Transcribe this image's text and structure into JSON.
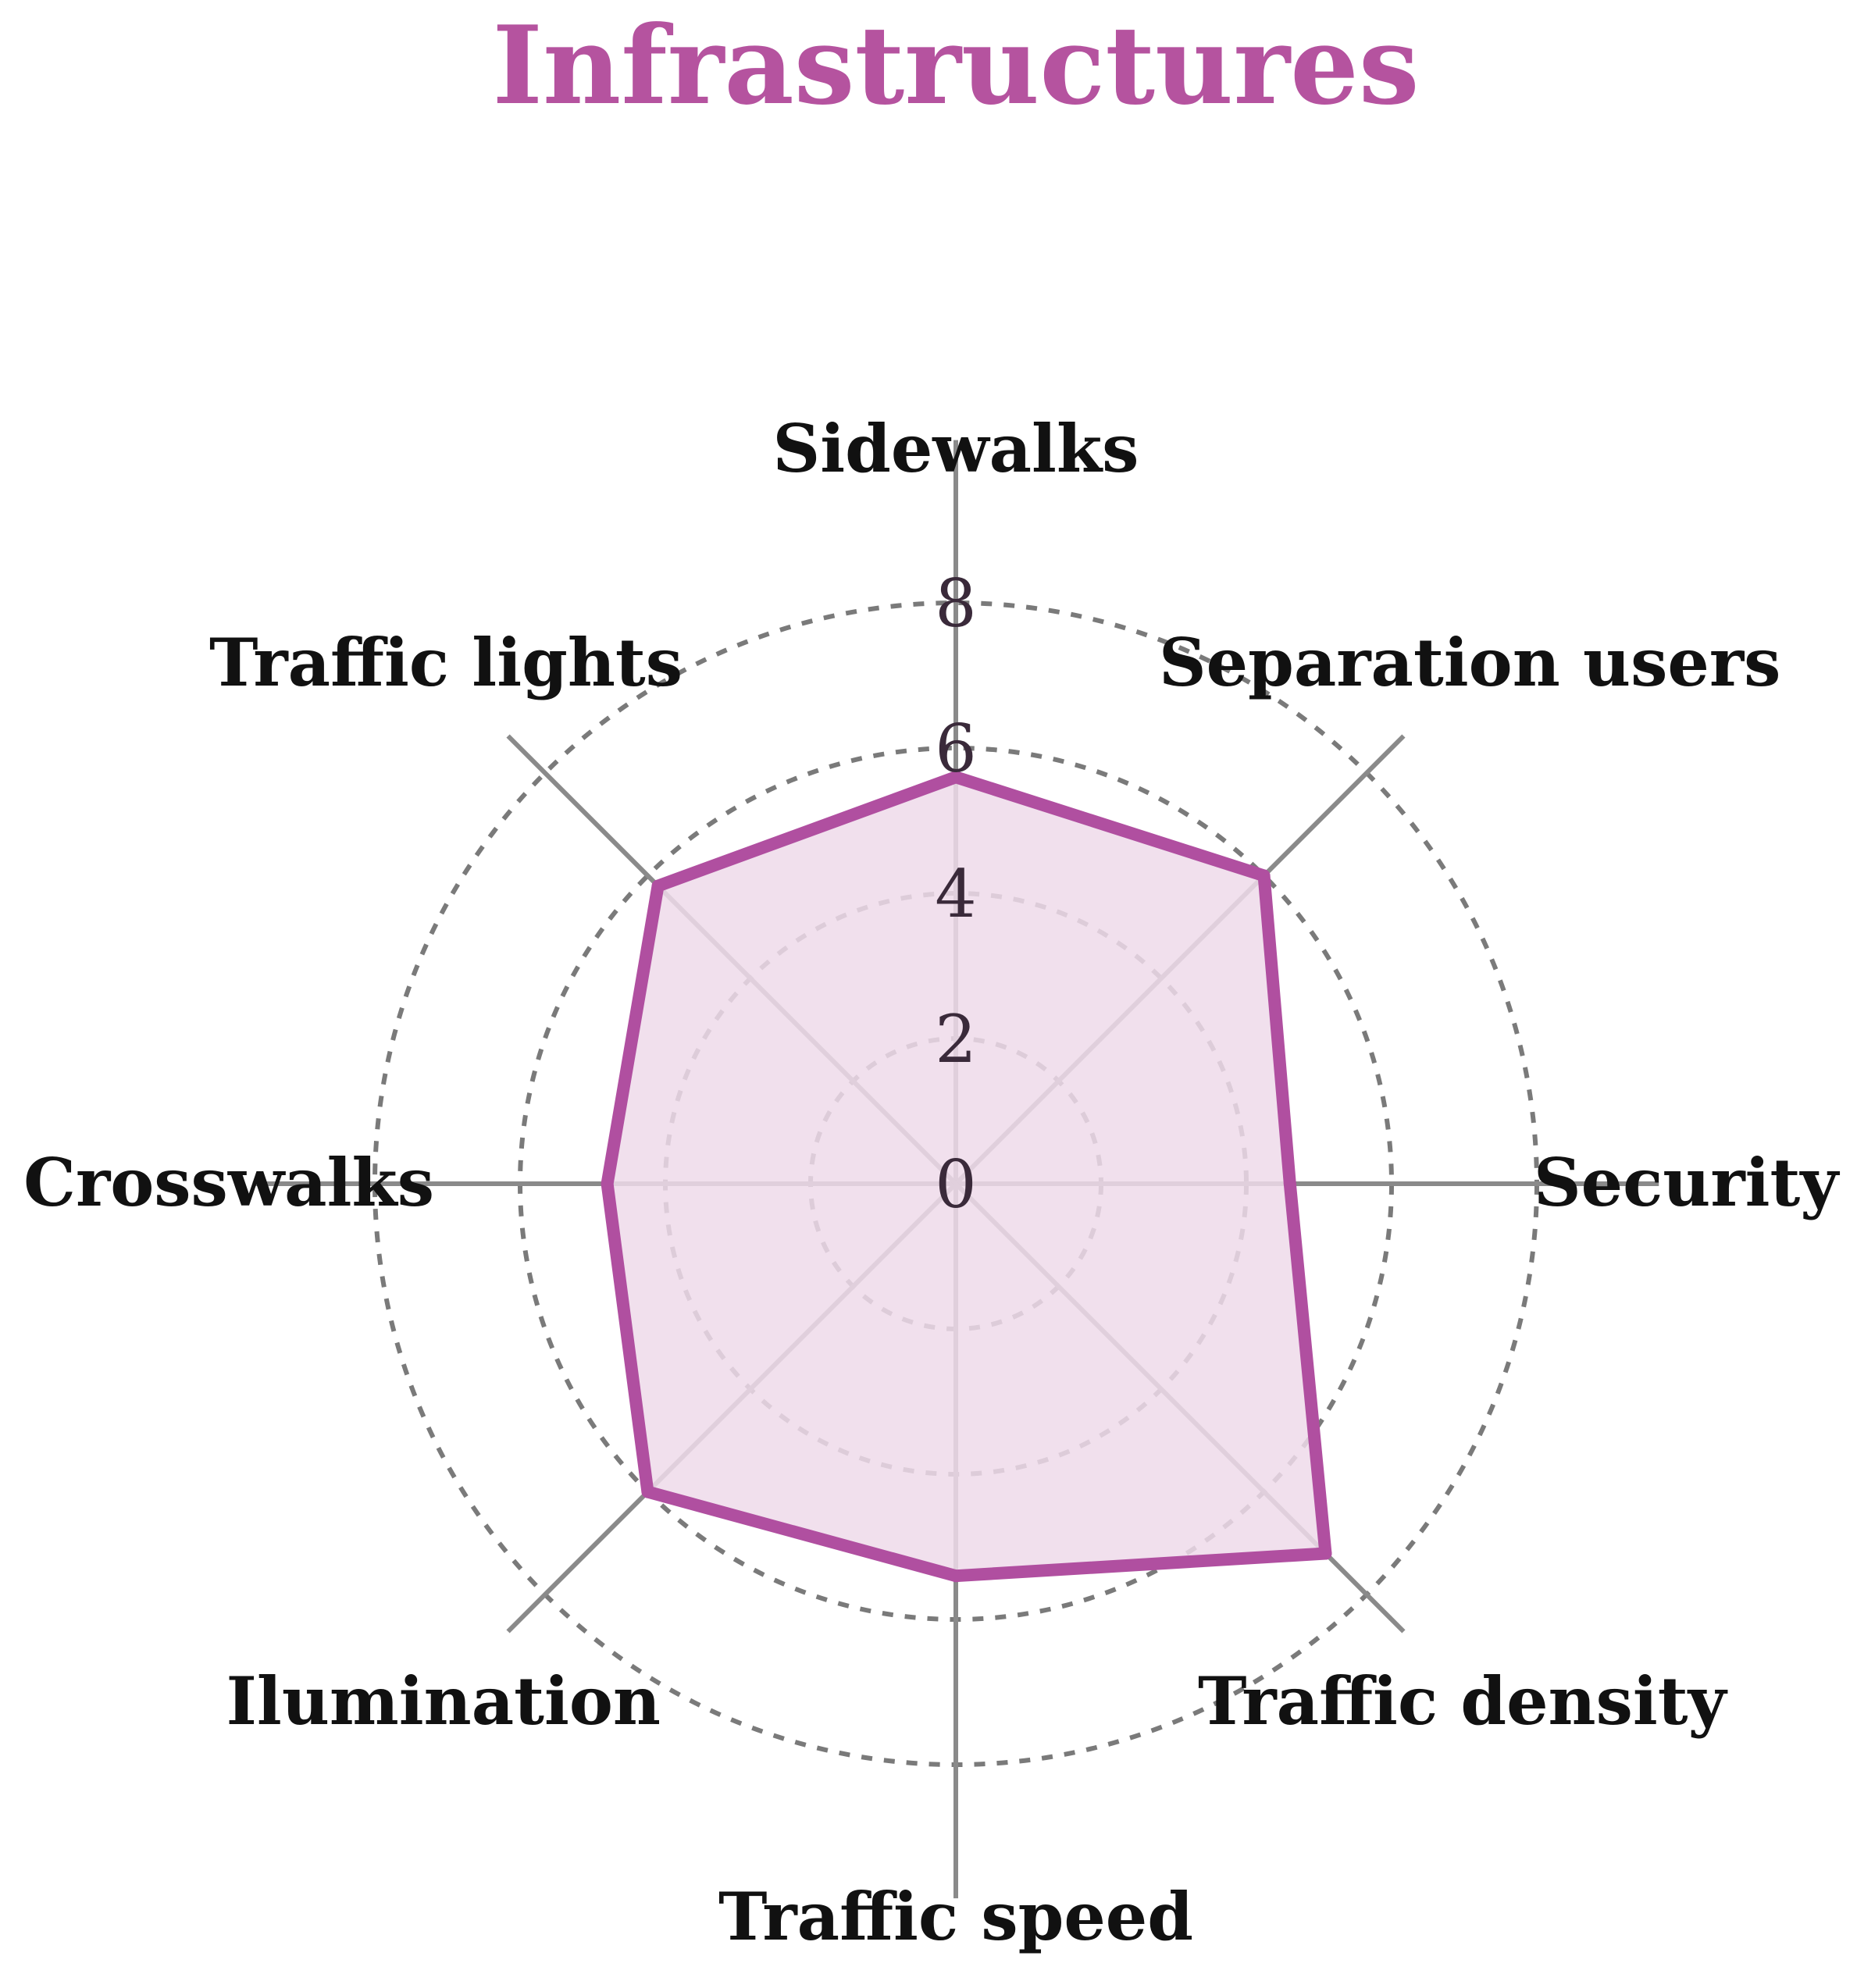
{
  "chart_data": {
    "type": "radar",
    "title": "Infrastructures",
    "categories": [
      "Sidewalks",
      "Separation users",
      "Security",
      "Traffic density",
      "Traffic speed",
      "Ilumination",
      "Crosswalks",
      "Traffic lights"
    ],
    "series": [
      {
        "values": [
          5.6,
          6.0,
          4.6,
          7.2,
          5.4,
          6.0,
          4.8,
          5.8
        ]
      }
    ],
    "rlim": [
      0,
      8
    ],
    "ticks": [
      0,
      2,
      4,
      6,
      8
    ],
    "tick_labels": [
      "0",
      "2",
      "4",
      "6",
      "8"
    ],
    "grid": "dashed circles",
    "colors": {
      "title": "#b5539f",
      "series_line": "#b04fa0",
      "series_fill": "#efdbea",
      "axis": "#8a8a8a",
      "grid": "#7a7a7a",
      "tick_label": "#3a2a3a"
    }
  }
}
